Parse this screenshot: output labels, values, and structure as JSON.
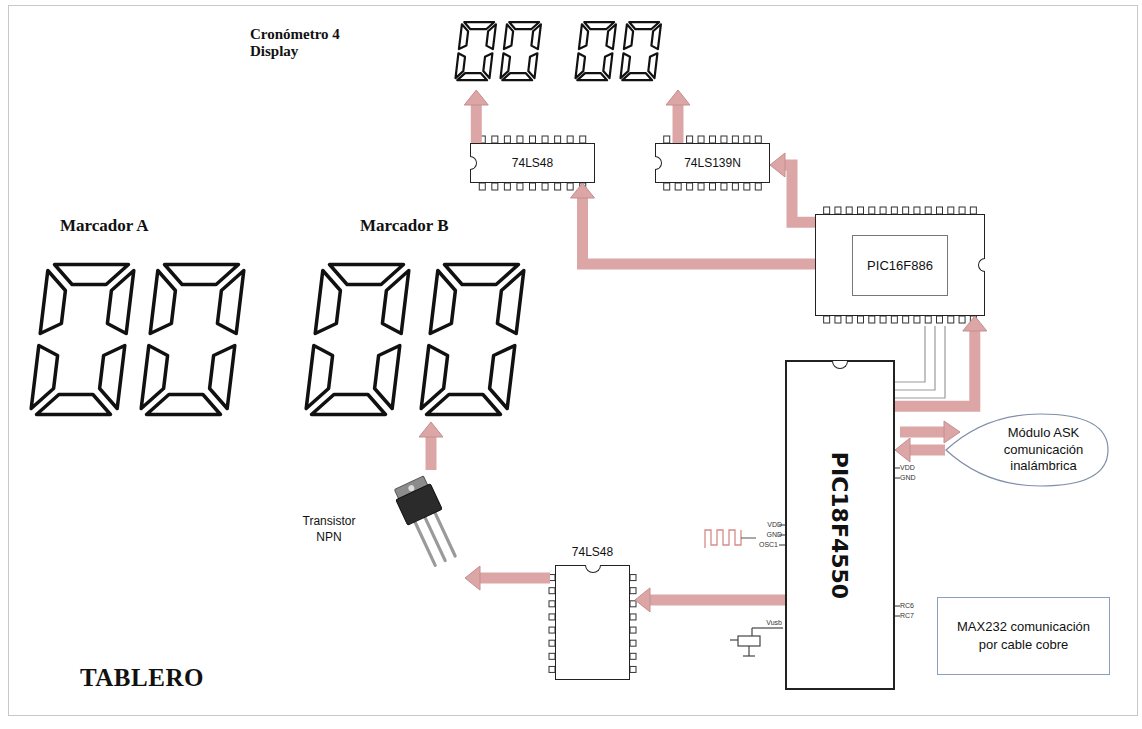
{
  "diagram": {
    "title": "TABLERO",
    "nodes": [
      {
        "text": [
          "Cronómetro 4 Display"
        ]
      },
      {
        "text": [
          "Marcador A"
        ]
      },
      {
        "text": [
          "Marcador B"
        ]
      },
      {
        "text": [
          "74LS48"
        ]
      },
      {
        "text": [
          "74LS139N"
        ]
      },
      {
        "text": [
          "PIC16F886"
        ]
      },
      {
        "text": [
          "PIC18F4550"
        ]
      },
      {
        "text": [
          "Módulo ASK comunicación inalámbrica"
        ]
      },
      {
        "text": [
          "MAX232 comunicación por cable cobre"
        ]
      },
      {
        "text": [
          "74LS48"
        ]
      },
      {
        "text": [
          "Transistor NPN"
        ]
      }
    ],
    "edges": [
      {
        "from": 5,
        "to": 4,
        "arrow": "to"
      },
      {
        "from": 5,
        "to": 3,
        "arrow": "to"
      },
      {
        "from": 3,
        "to": 0,
        "arrow": "to"
      },
      {
        "from": 4,
        "to": 0,
        "arrow": "to"
      },
      {
        "from": 6,
        "to": 5,
        "arrow": "to"
      },
      {
        "from": 7,
        "to": 6,
        "arrow": "to"
      },
      {
        "from": 6,
        "to": 9,
        "arrow": "to"
      },
      {
        "from": 9,
        "to": 10,
        "arrow": "to"
      },
      {
        "from": 10,
        "to": 2,
        "arrow": "to"
      }
    ],
    "labels": [
      "VDD",
      "GND",
      "OSC1",
      "Vusb",
      "VDD",
      "GND",
      "RC6",
      "RC7"
    ]
  }
}
